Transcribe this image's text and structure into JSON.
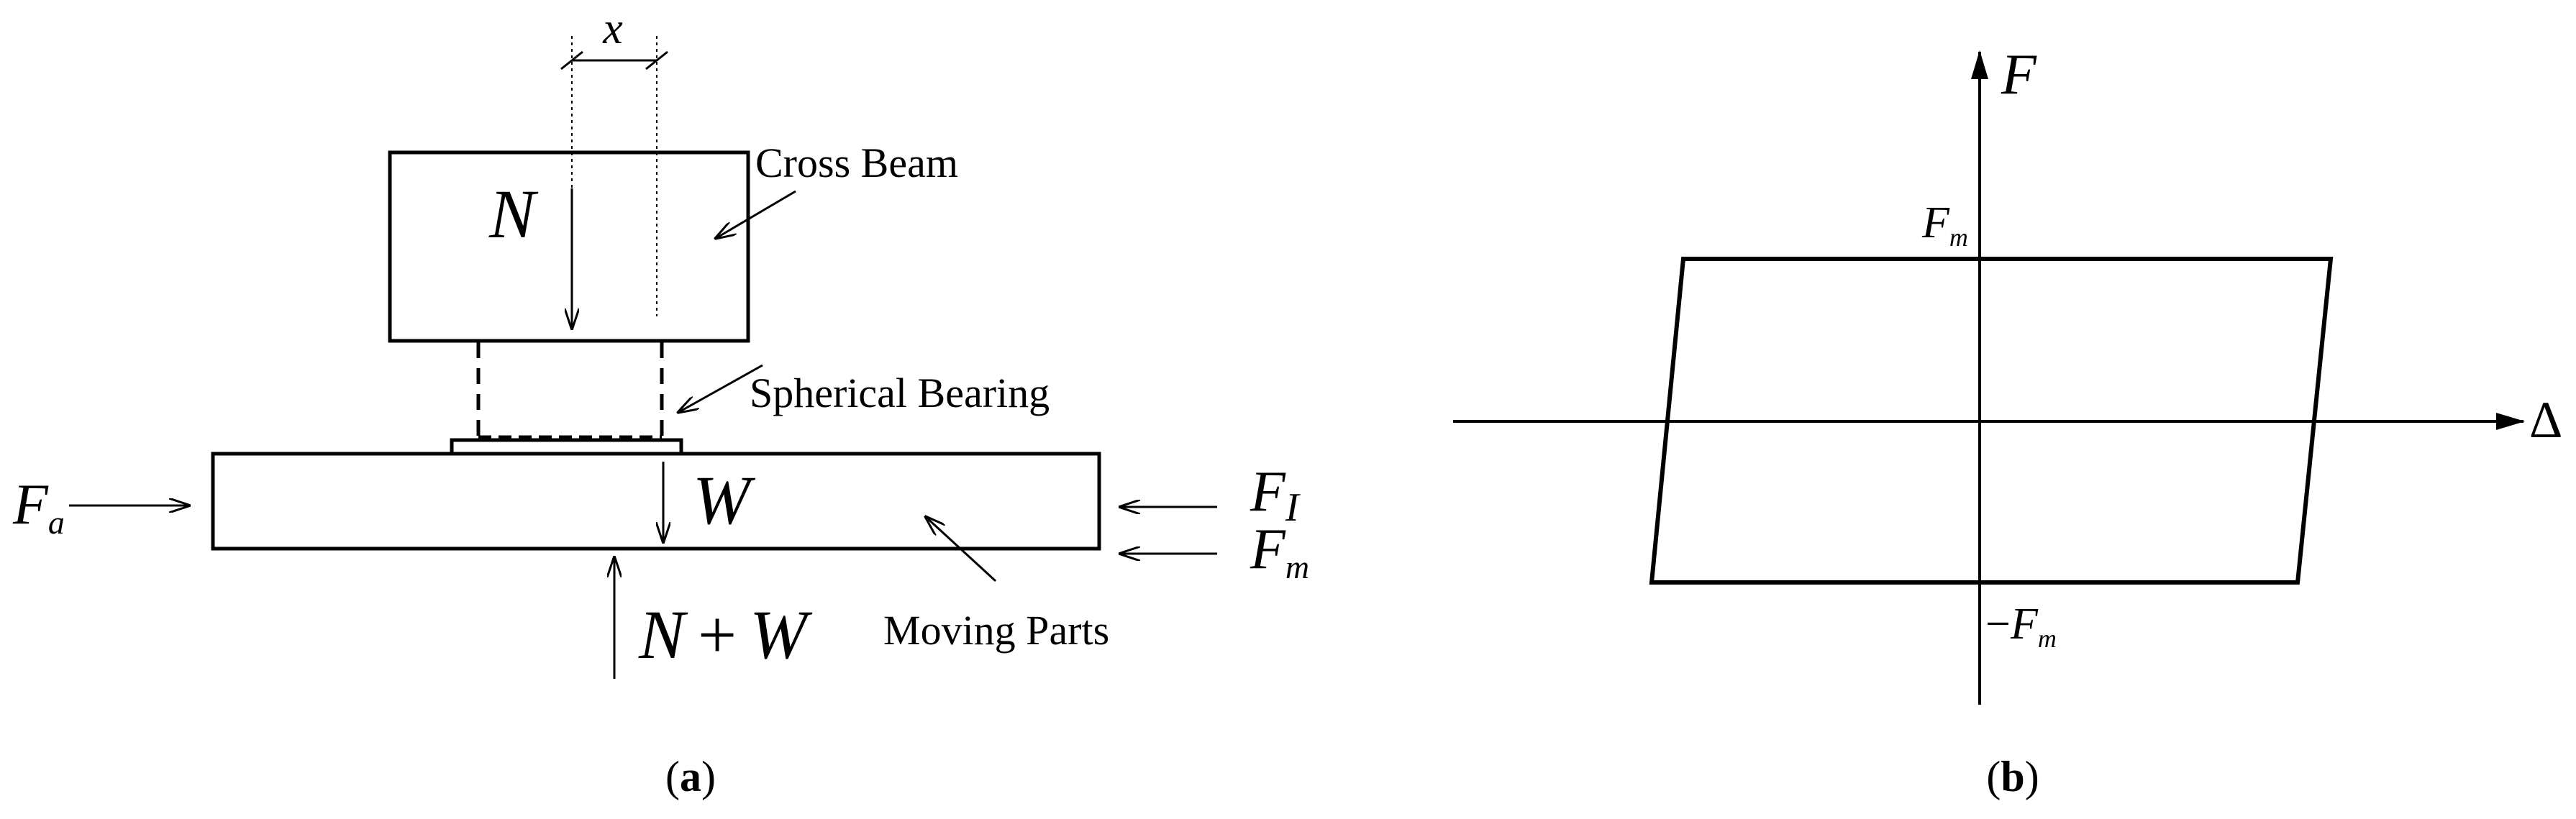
{
  "panel_a": {
    "caption_open": "(",
    "caption_letter": "a",
    "caption_close": ")",
    "dim_x": "x",
    "force_N": "N",
    "force_W": "W",
    "reaction_N": "N",
    "reaction_plus": "+",
    "reaction_W": "W",
    "cross_beam": "Cross Beam",
    "spherical_bearing": "Spherical Bearing",
    "moving_parts": "Moving Parts",
    "Fa_main": "F",
    "Fa_sub": "a",
    "FI_main": "F",
    "FI_sub": "I",
    "Fm_main": "F",
    "Fm_sub": "m"
  },
  "panel_b": {
    "caption_open": "(",
    "caption_letter": "b",
    "caption_close": ")",
    "axis_F": "F",
    "axis_delta": "Δ",
    "top_main": "F",
    "top_sub": "m",
    "bottom_minus": "−",
    "bottom_main": "F",
    "bottom_sub": "m"
  },
  "colors": {
    "ink": "#000000",
    "background": "#ffffff"
  }
}
